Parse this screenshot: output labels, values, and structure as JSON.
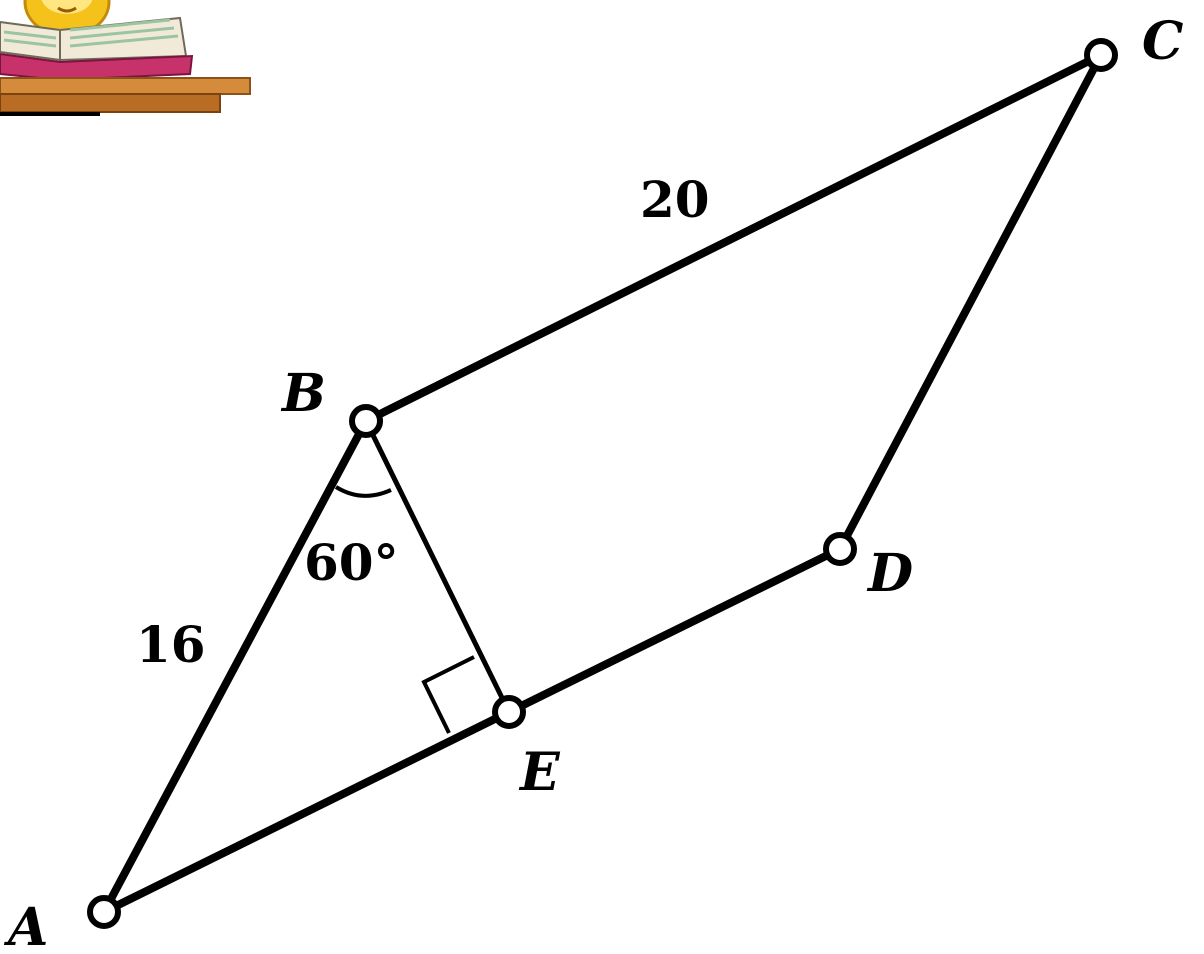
{
  "figure": {
    "vertices": {
      "A": "A",
      "B": "B",
      "C": "C",
      "D": "D",
      "E": "E"
    },
    "measures": {
      "side_ab": "16",
      "side_bc": "20",
      "angle_abe": "60°"
    },
    "right_angle_at": "E",
    "colors": {
      "line": "#000000",
      "background": "#ffffff"
    }
  },
  "clipart": {
    "icon": "book-on-desk-icon"
  }
}
